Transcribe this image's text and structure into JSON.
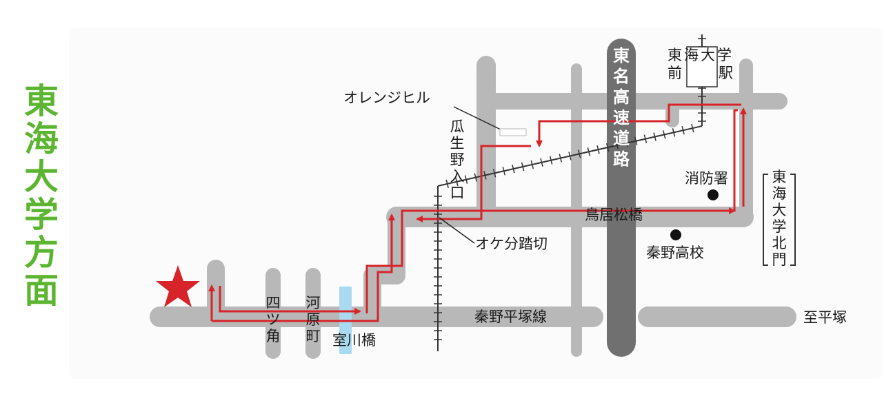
{
  "map": {
    "title": "東海大学方面",
    "roads": {
      "main_road": "秦野平塚線",
      "cross_road": "鳥居松橋",
      "highway": "東名高速道路"
    },
    "places": {
      "hiratsuka": "至平塚",
      "orange_hill": "オレンジヒル",
      "urinoiriguchi": "瓜生野入口",
      "okebun_crossing": "オケ分踏切",
      "fire_station": "消防署",
      "hadano_high": "秦野高校",
      "north_gate": "東海大学北門",
      "station_line1": "東海大学",
      "station_line2": "前駅",
      "yotsukado": "四ツ角",
      "kawaramachi": "河原町",
      "murokawa_bridge": "室川橋"
    },
    "colors": {
      "title_green": "#5cb531",
      "route_red": "#d6242a",
      "road_gray": "#b8b8b8",
      "highway_gray": "#707070",
      "river_blue": "#aadaf0"
    },
    "icons": [
      "star-marker-icon",
      "school-dot-icon",
      "fire-station-dot-icon"
    ]
  }
}
